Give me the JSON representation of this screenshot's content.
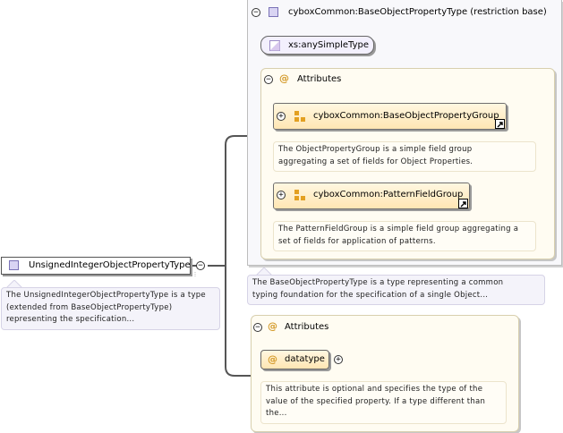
{
  "root": {
    "name": "UnsignedIntegerObjectPropertyType",
    "doc": [
      "The UnsignedIntegerObjectPropertyType is a type",
      "(extended from BaseObjectPropertyType)",
      "representing the specification..."
    ]
  },
  "base_type": {
    "title": "cyboxCommon:BaseObjectPropertyType (restriction base)",
    "restriction": "xs:anySimpleType",
    "attributes_label": "Attributes",
    "groups": [
      {
        "name": "cyboxCommon:BaseObjectPropertyGroup",
        "doc": [
          "The ObjectPropertyGroup is a simple field group",
          "aggregating a set of fields for Object Properties."
        ]
      },
      {
        "name": "cyboxCommon:PatternFieldGroup",
        "doc": [
          "The PatternFieldGroup is a simple field group aggregating a",
          "set of fields for application of patterns."
        ]
      }
    ],
    "doc": [
      "The BaseObjectPropertyType is a type representing a common",
      "typing foundation for the specification of a single Object..."
    ]
  },
  "own_attributes": {
    "label": "Attributes",
    "attribute": "datatype",
    "doc": [
      "This attribute is optional and specifies the type of the",
      "value of the specified property. If a type different than",
      "the..."
    ]
  },
  "symbols": {
    "collapse": "⊖",
    "at": "@"
  },
  "colors": {
    "type_fill": "#d9d4f3",
    "group_fill": "#ffe6b3",
    "note_fill": "#f4f3fa",
    "connector": "#555555"
  }
}
